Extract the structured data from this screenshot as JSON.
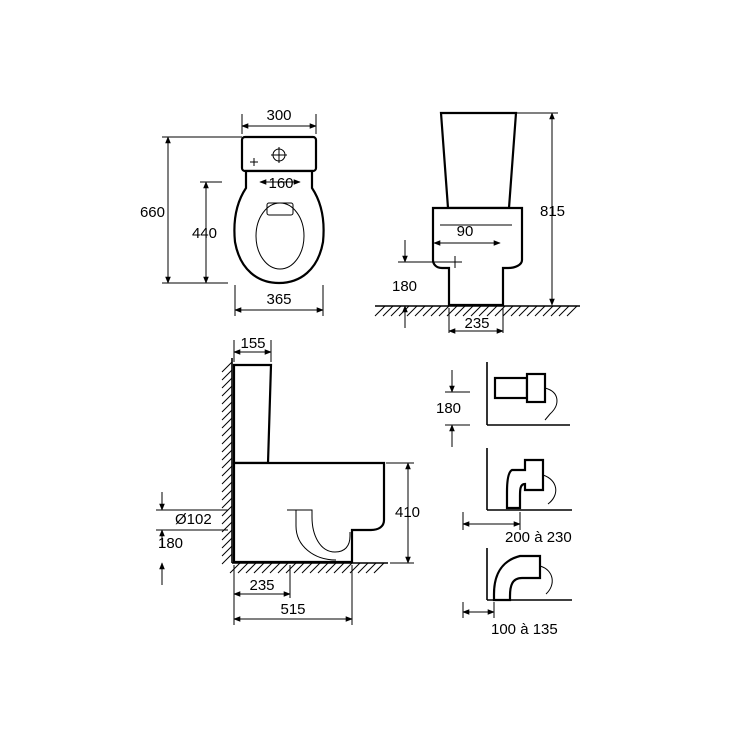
{
  "front_view": {
    "width_top": "300",
    "height_total": "660",
    "inlet_spacing": "160",
    "height_bowl": "440",
    "width_base": "365"
  },
  "side_view": {
    "height_total": "815",
    "offset": "90",
    "outlet_height": "180",
    "foot_width": "235"
  },
  "section_view": {
    "tank_depth": "155",
    "seat_height": "410",
    "outlet_diameter": "Ø102",
    "outlet_height": "180",
    "outlet_distance": "235",
    "depth_total": "515"
  },
  "outlet_variants": {
    "horizontal_height": "180",
    "range_a": "200 à 230",
    "range_b": "100 à 135"
  }
}
